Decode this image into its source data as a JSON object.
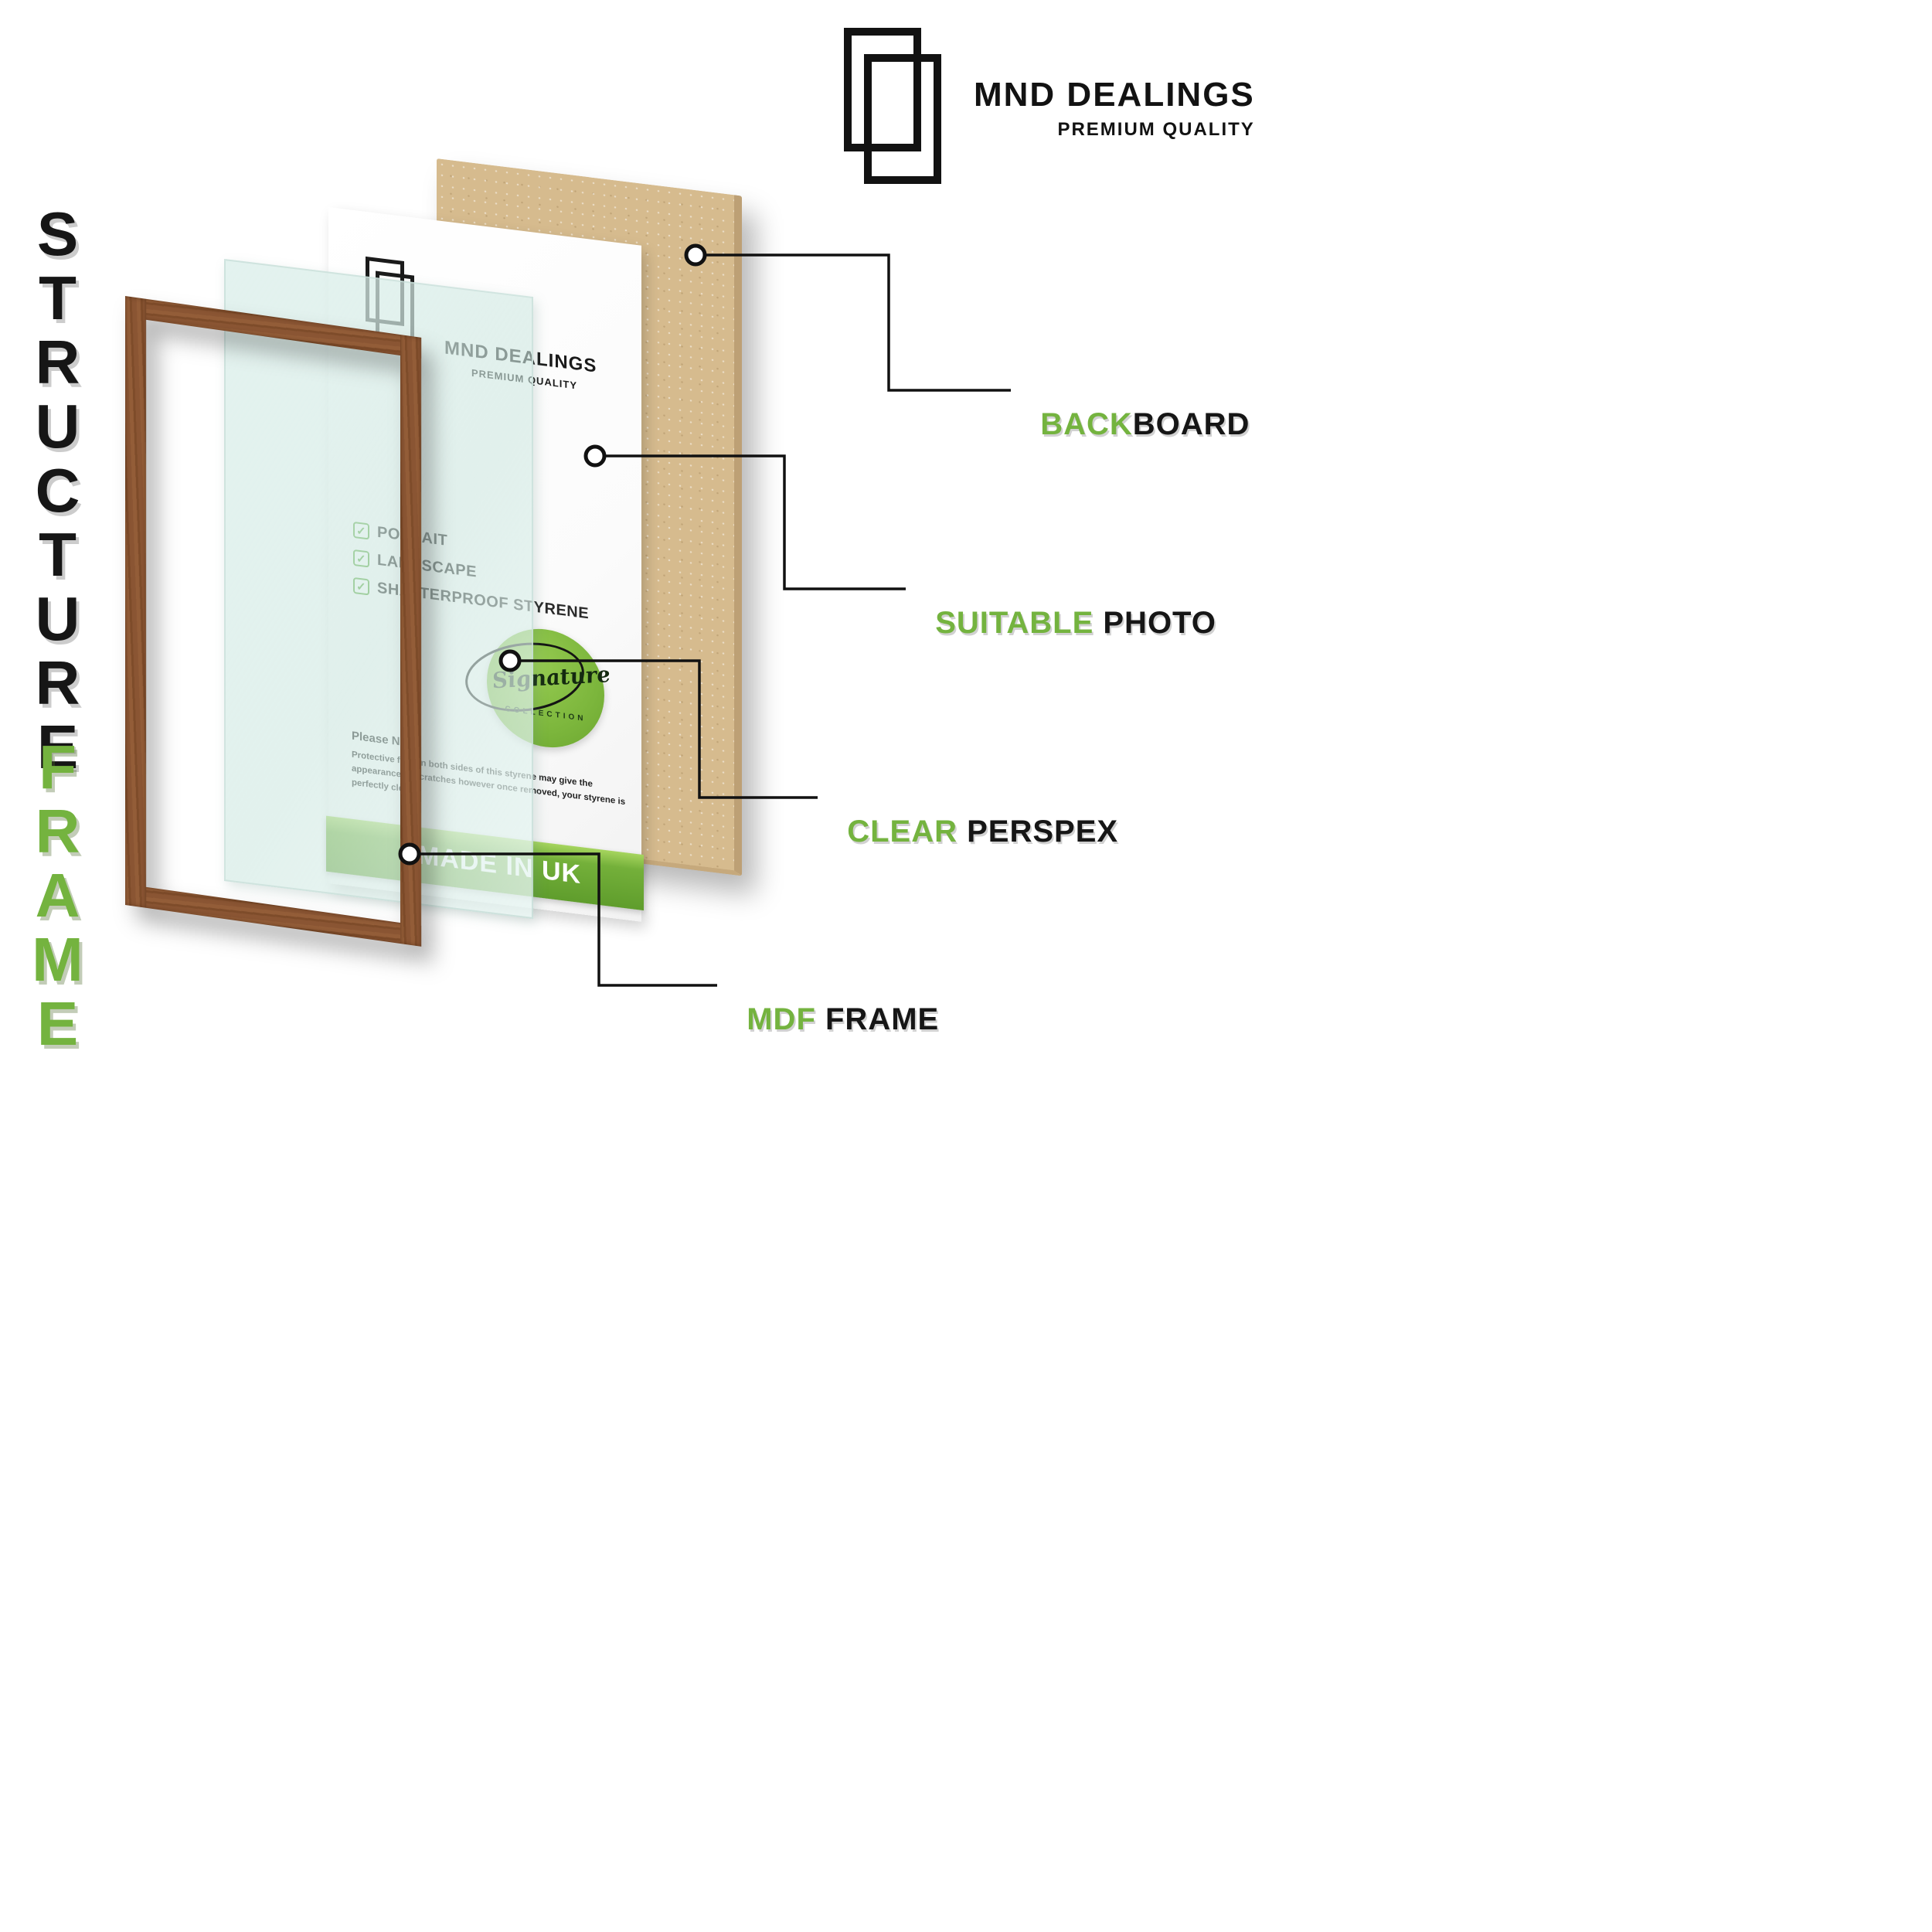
{
  "title": {
    "word_top": "STRUCTURE",
    "word_bottom": "FRAME"
  },
  "brand": {
    "name": "MND DEALINGS",
    "tagline": "PREMIUM QUALITY"
  },
  "insert": {
    "checklist": [
      "POTRAIT",
      "LANDSCAPE",
      "SHATTERPROOF STYRENE"
    ],
    "note_title": "Please Note:",
    "note_body": "Protective film on both sides of this styrene may give the appearance of scratches however once removed, your styrene is perfectly clear,",
    "stamp": {
      "script": "Signature",
      "arc": "COLLECTION"
    },
    "banner": "MADE IN UK"
  },
  "callouts": [
    {
      "accent": "BACK",
      "rest": "BOARD"
    },
    {
      "accent": "SUITABLE",
      "rest": " PHOTO"
    },
    {
      "accent": "CLEAR",
      "rest": " PERSPEX"
    },
    {
      "accent": "MDF",
      "rest": " FRAME"
    }
  ],
  "icons": {
    "check": "✓"
  },
  "colors": {
    "accent_green": "#74b33f",
    "banner_green": "#5f9d2c",
    "text_black": "#161616",
    "mdf_tan": "#d6bb8e",
    "wood_brown": "#8a5533",
    "perspex_mint": "#dbeee9"
  }
}
